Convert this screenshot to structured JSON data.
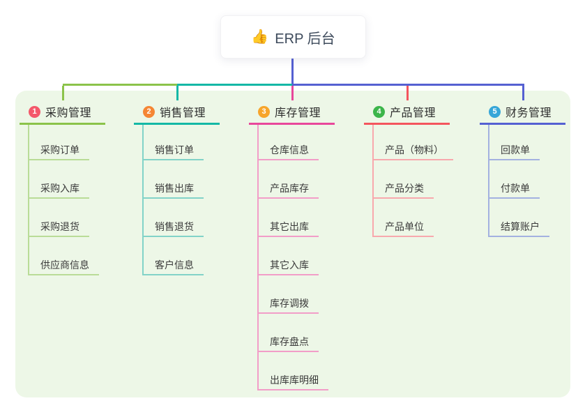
{
  "root": {
    "emoji": "👍",
    "label": "ERP 后台",
    "icon": "thumbs-up-icon"
  },
  "colors": {
    "canvas_bg": "#ffffff",
    "panel_bg": "#edf7e7",
    "root_connector": "#5560d2",
    "root_text": "#3d4a5b"
  },
  "branches": [
    {
      "index": "1",
      "label": "采购管理",
      "badge_color": "#f4586a",
      "line_color": "#8bc34a",
      "child_line_color": "#b9dc97",
      "children": [
        "采购订单",
        "采购入库",
        "采购退货",
        "供应商信息"
      ]
    },
    {
      "index": "2",
      "label": "销售管理",
      "badge_color": "#f58634",
      "line_color": "#14b8a6",
      "child_line_color": "#82d3c8",
      "children": [
        "销售订单",
        "销售出库",
        "销售退货",
        "客户信息"
      ]
    },
    {
      "index": "3",
      "label": "库存管理",
      "badge_color": "#f7a52b",
      "line_color": "#e8479b",
      "child_line_color": "#f29dc8",
      "children": [
        "仓库信息",
        "产品库存",
        "其它出库",
        "其它入库",
        "库存调拨",
        "库存盘点",
        "出库库明细"
      ]
    },
    {
      "index": "4",
      "label": "产品管理",
      "badge_color": "#3cb54a",
      "line_color": "#f4555e",
      "child_line_color": "#f8a8ad",
      "children": [
        "产品（物料）",
        "产品分类",
        "产品单位"
      ]
    },
    {
      "index": "5",
      "label": "财务管理",
      "badge_color": "#36a6d8",
      "line_color": "#5560d2",
      "child_line_color": "#a3b1e0",
      "children": [
        "回款单",
        "付款单",
        "结算账户"
      ]
    }
  ]
}
